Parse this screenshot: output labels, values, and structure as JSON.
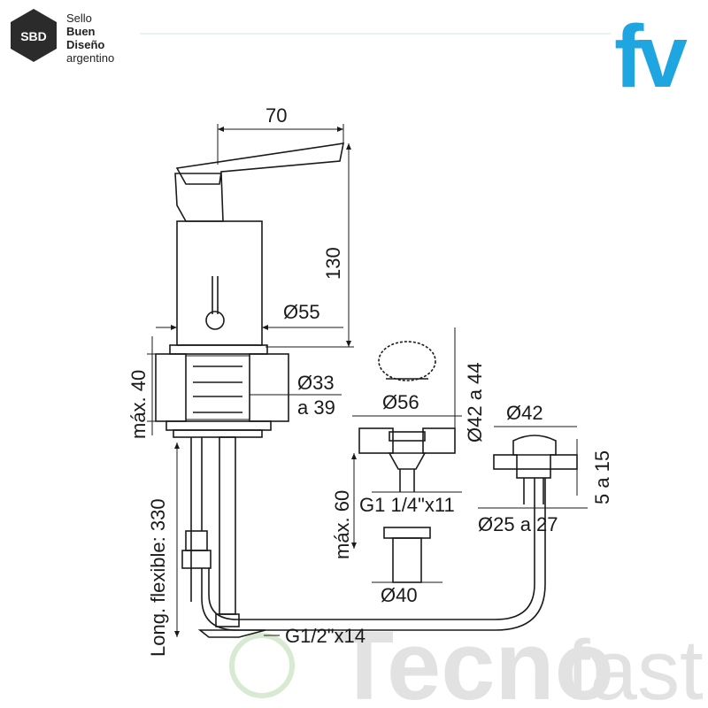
{
  "header": {
    "sbd_badge": "SBD",
    "sbd_lines": [
      "Sello",
      "Buen",
      "Diseño",
      "argentino"
    ],
    "brand_logo_text": "fv",
    "brand_color": "#1fa6e0"
  },
  "dimensions": {
    "width_70": "70",
    "height_130": "130",
    "dia_55": "Ø55",
    "max_40": "máx. 40",
    "dia_33": "Ø33",
    "a_39": "a 39",
    "dia_56": "Ø56",
    "dia_42_44": "Ø42 a 44",
    "dia_42": "Ø42",
    "range_5_15": "5 a 15",
    "max_60": "máx. 60",
    "thread_g1": "G1 1/4\"x11",
    "dia_25_27": "Ø25 a 27",
    "dia_40": "Ø40",
    "flex_length": "Long. flexible: 330",
    "thread_g12": "G1/2\"x14"
  },
  "watermark": {
    "word1": "Tecno",
    "word2": "fast",
    "color": "#e2e2e2"
  }
}
